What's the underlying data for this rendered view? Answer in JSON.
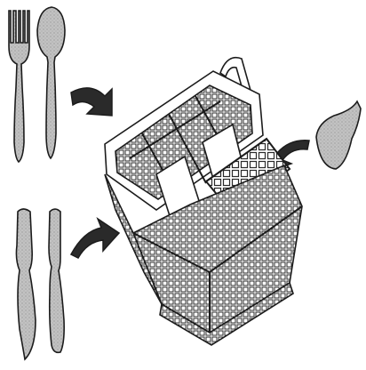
{
  "figure": {
    "kind": "dishwasher cutlery basket loading instructions",
    "background": "#ffffff",
    "colors": {
      "outline": "#1c1c1c",
      "utensil_fill": "#bcbcbc",
      "arrow_fill": "#2a2a2a",
      "basket_fill": "#ffffff",
      "grid_line": "#2b2b2b"
    },
    "items": [
      {
        "name": "fork-icon"
      },
      {
        "name": "spoon-icon"
      },
      {
        "name": "knife-icon"
      },
      {
        "name": "butter-knife-icon"
      },
      {
        "name": "cutlery-basket"
      },
      {
        "name": "lid-cap-icon"
      }
    ],
    "arrows": [
      {
        "name": "arrow-fork-spoon-to-basket",
        "direction": "down-right"
      },
      {
        "name": "arrow-knives-to-basket",
        "direction": "up-right"
      },
      {
        "name": "arrow-cap-to-basket",
        "direction": "down-left"
      }
    ]
  }
}
